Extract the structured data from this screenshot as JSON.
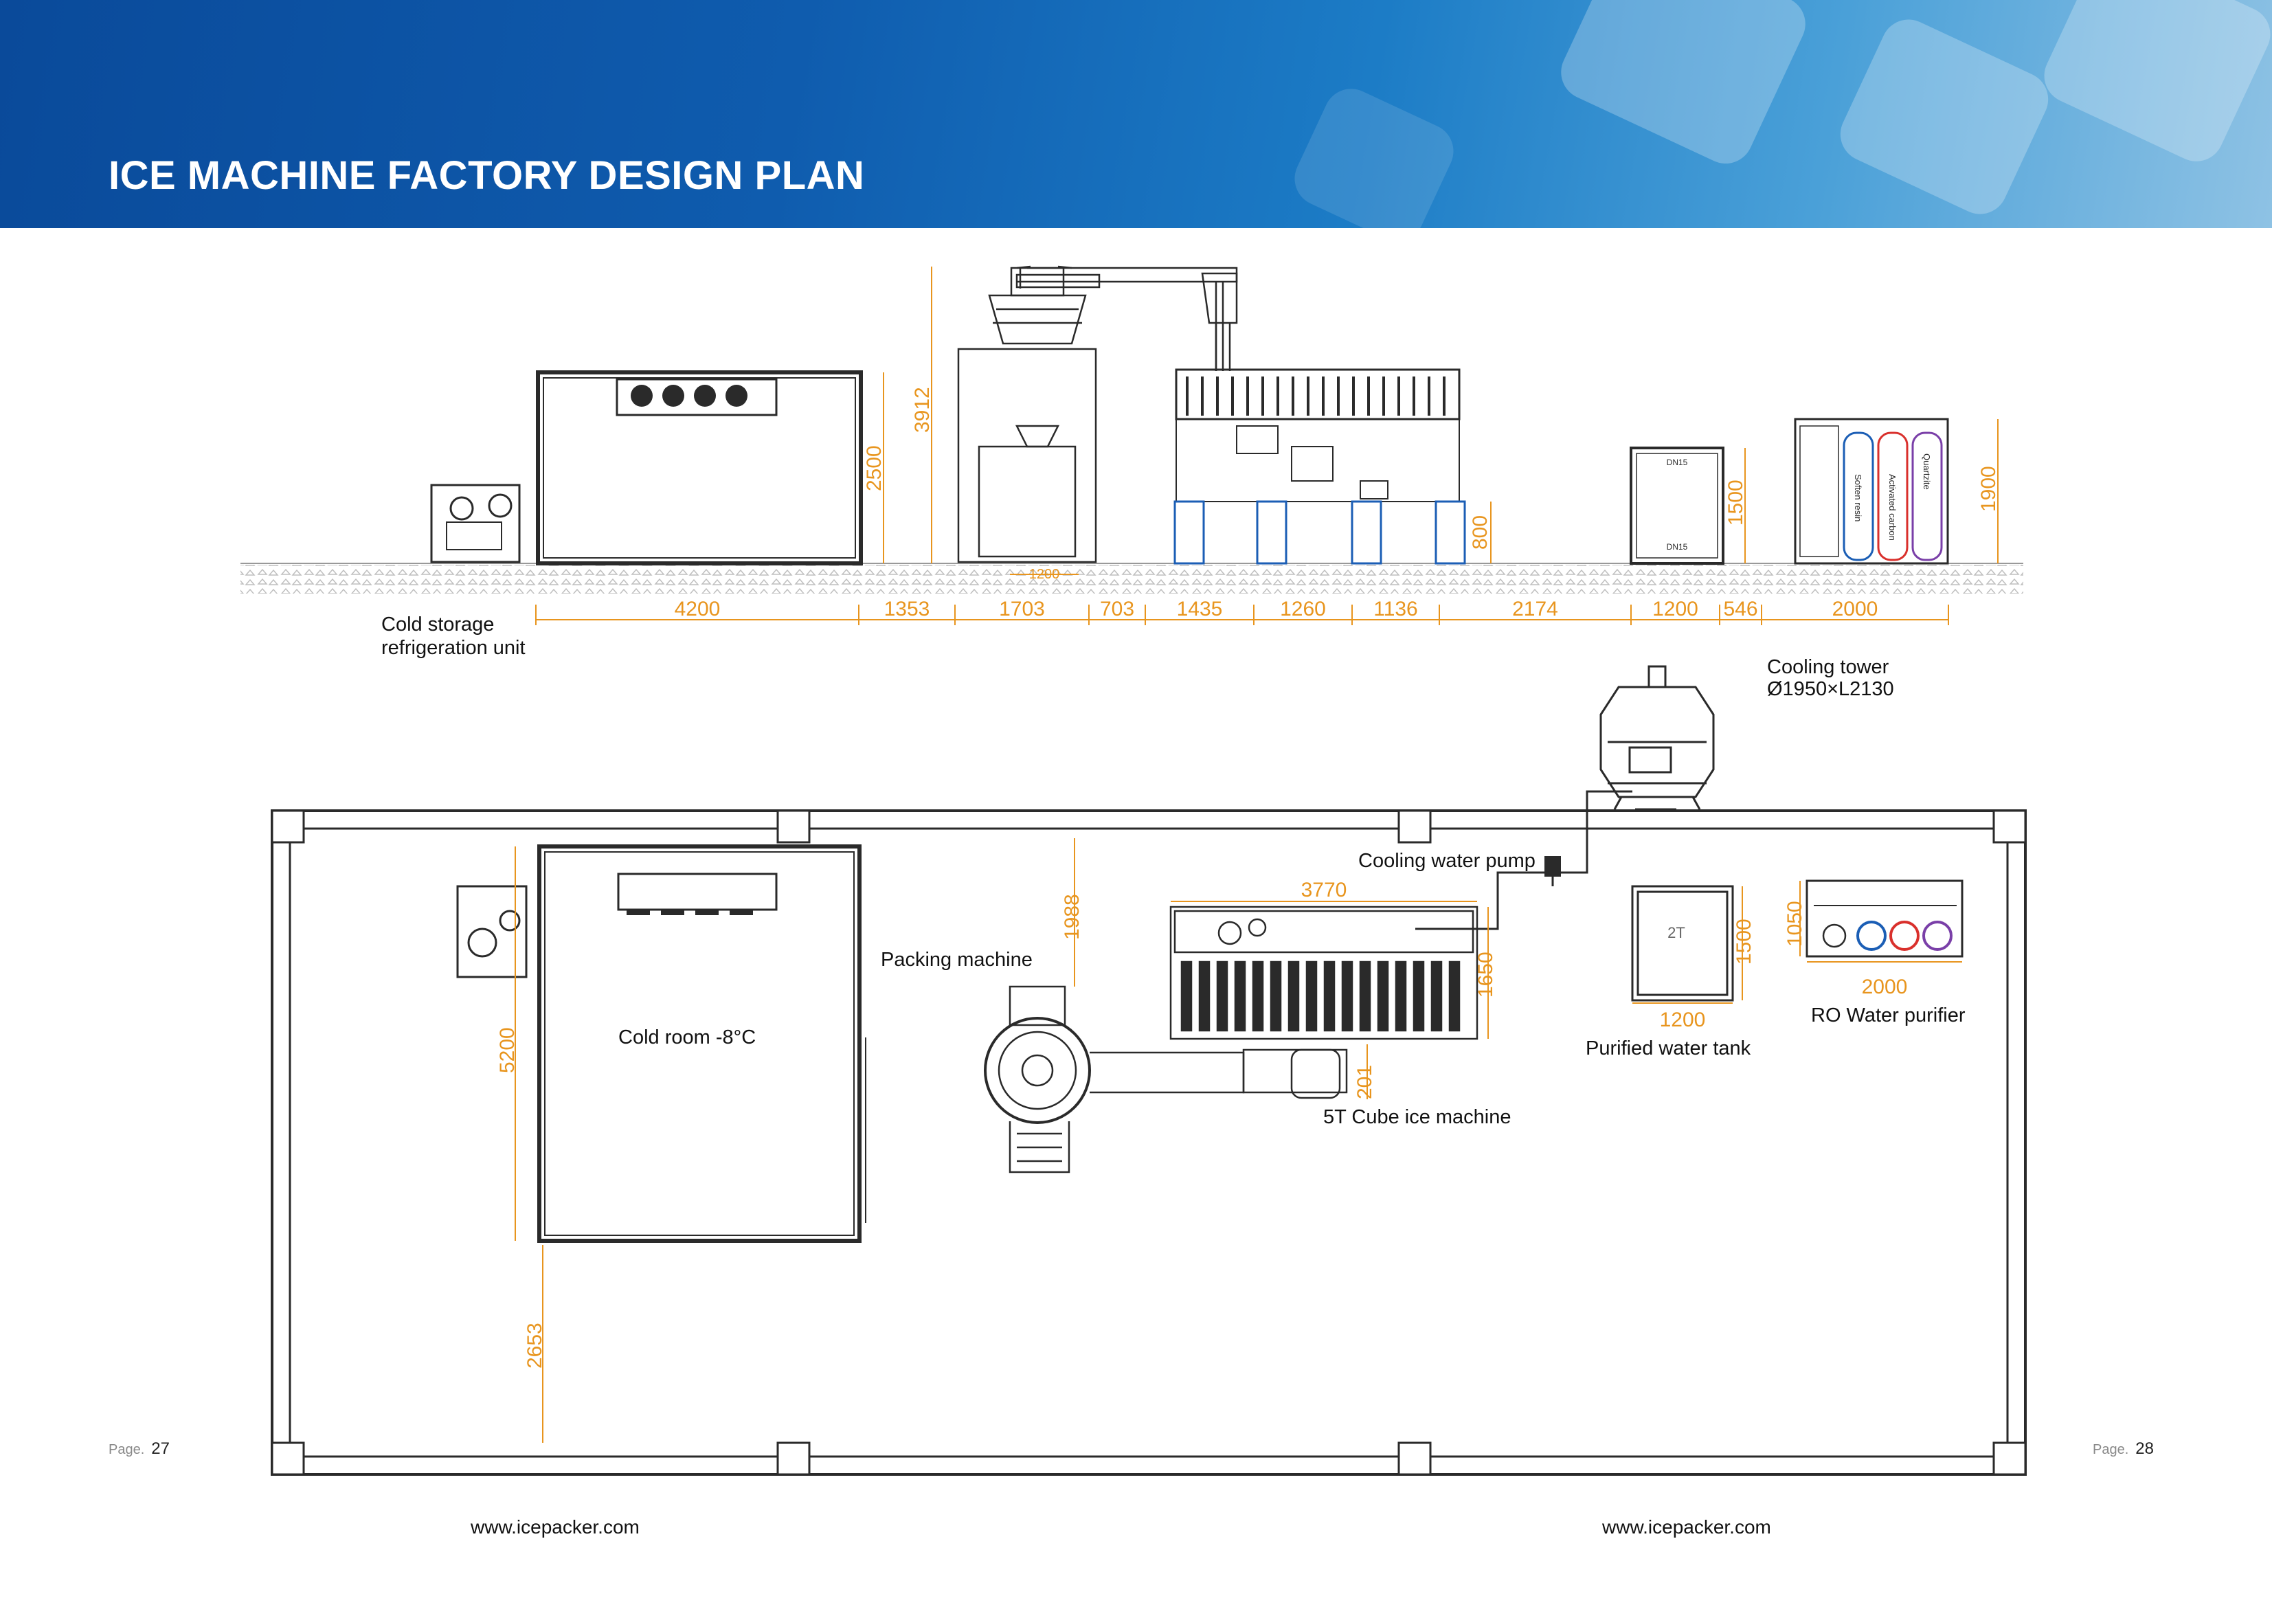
{
  "header": {
    "title": "ICE MACHINE FACTORY DESIGN PLAN"
  },
  "elevation": {
    "dims": [
      "4200",
      "1353",
      "1703",
      "703",
      "1435",
      "1260",
      "1136",
      "2174",
      "1200",
      "546",
      "2000"
    ],
    "heights": {
      "cold_storage": "2500",
      "packing": "3912",
      "ice_machine": "800",
      "water_tank": "1500",
      "ro": "1900",
      "packer_base": "1200"
    },
    "tank_labels": {
      "top": "DN15",
      "bottom": "DN15"
    },
    "ro_tanks": [
      "Soften resin",
      "Activated carbon",
      "Quartzite"
    ]
  },
  "labels": {
    "cold_storage_unit": [
      "Cold storage",
      "refrigeration unit"
    ],
    "cooling_tower": [
      "Cooling tower",
      "Ø1950×L2130"
    ],
    "cooling_pump": "Cooling water pump",
    "packing_machine": "Packing machine",
    "cold_room": "Cold room -8°C",
    "cube_ice": "5T Cube ice machine",
    "water_tank": "Purified water tank",
    "ro_purifier": "RO Water purifier",
    "tank_capacity": "2T"
  },
  "plan_dims": {
    "machine_len": "3770",
    "machine_w": "1650",
    "gap": "1988",
    "room": "5200",
    "bottom": "2653",
    "sep": "201",
    "tank_w": "1200",
    "tank_h": "1500",
    "ro_w": "2000",
    "ro_h": "1050"
  },
  "footer": {
    "page_left": "27",
    "page_right": "28",
    "page_word": "Page.",
    "url_left": "www.icepacker.com",
    "url_right": "www.icepacker.com"
  },
  "colors": {
    "dim": "#e8951e",
    "line": "#2a2a2a",
    "blue": "#1b5eb5",
    "header": "#0f5cae"
  }
}
